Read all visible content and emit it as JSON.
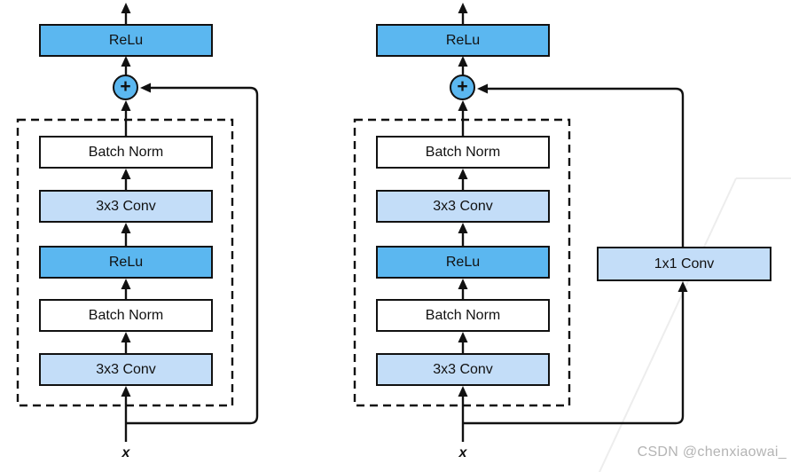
{
  "diagram": {
    "left_block": {
      "output_activation": "ReLu",
      "add_symbol": "+",
      "layers": [
        "Batch Norm",
        "3x3 Conv",
        "ReLu",
        "Batch Norm",
        "3x3 Conv"
      ],
      "input_label": "x"
    },
    "right_block": {
      "output_activation": "ReLu",
      "add_symbol": "+",
      "layers": [
        "Batch Norm",
        "3x3 Conv",
        "ReLu",
        "Batch Norm",
        "3x3 Conv"
      ],
      "projection_label": "1x1 Conv",
      "input_label": "x"
    }
  },
  "watermark": {
    "text": "CSDN @chenxiaowai_"
  },
  "colors": {
    "accent_blue": "#5bb7f0",
    "light_blue": "#c3ddf8",
    "line_black": "#111111",
    "watermark_gray": "#b4b4b4",
    "faint_gray": "#ededed"
  }
}
